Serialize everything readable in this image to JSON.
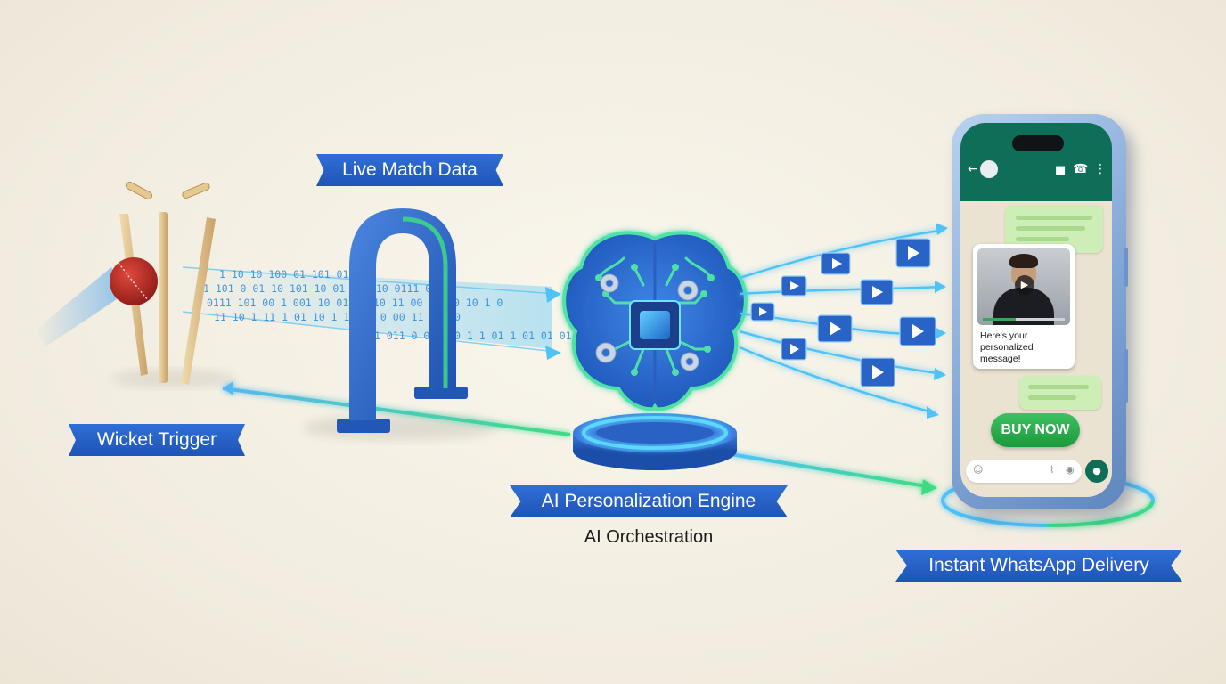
{
  "labels": {
    "live_match_data": "Live Match Data",
    "wicket_trigger": "Wicket Trigger",
    "ai_engine": "AI Personalization Engine",
    "ai_orchestration": "AI Orchestration",
    "whatsapp_delivery": "Instant WhatsApp Delivery"
  },
  "data_stream": {
    "rows": [
      "1 10 10 100 01 101 01 01",
      "1 101 0 01 10 101 10 01 001 10 0111 00 10",
      "0111 101 00 1 001 10 01 01 10 11 00 10 10 10 1 0",
      "11 10 1 11 1 01 10 1 10 11 0 00 11 01 10",
      "1 011 0 01 1 0 1 1 01 1 01 01 01"
    ]
  },
  "phone": {
    "chat_message": "Here's your personalized message!",
    "buy_button": "BUY NOW",
    "video_progress": 0.4,
    "icons": {
      "back": "back-arrow-icon",
      "video_call": "video-call-icon",
      "voice_call": "phone-icon",
      "menu": "more-vertical-icon",
      "emoji": "emoji-icon",
      "attach": "paperclip-icon",
      "camera": "camera-icon",
      "mic": "microphone-icon"
    }
  },
  "colors": {
    "ribbon_blue": "#2563c9",
    "data_cyan": "#4fc3f7",
    "flow_green": "#3ddc84",
    "whatsapp_green": "#0f6e58",
    "buy_green": "#22a845",
    "brain_blue": "#2e6fd6"
  }
}
